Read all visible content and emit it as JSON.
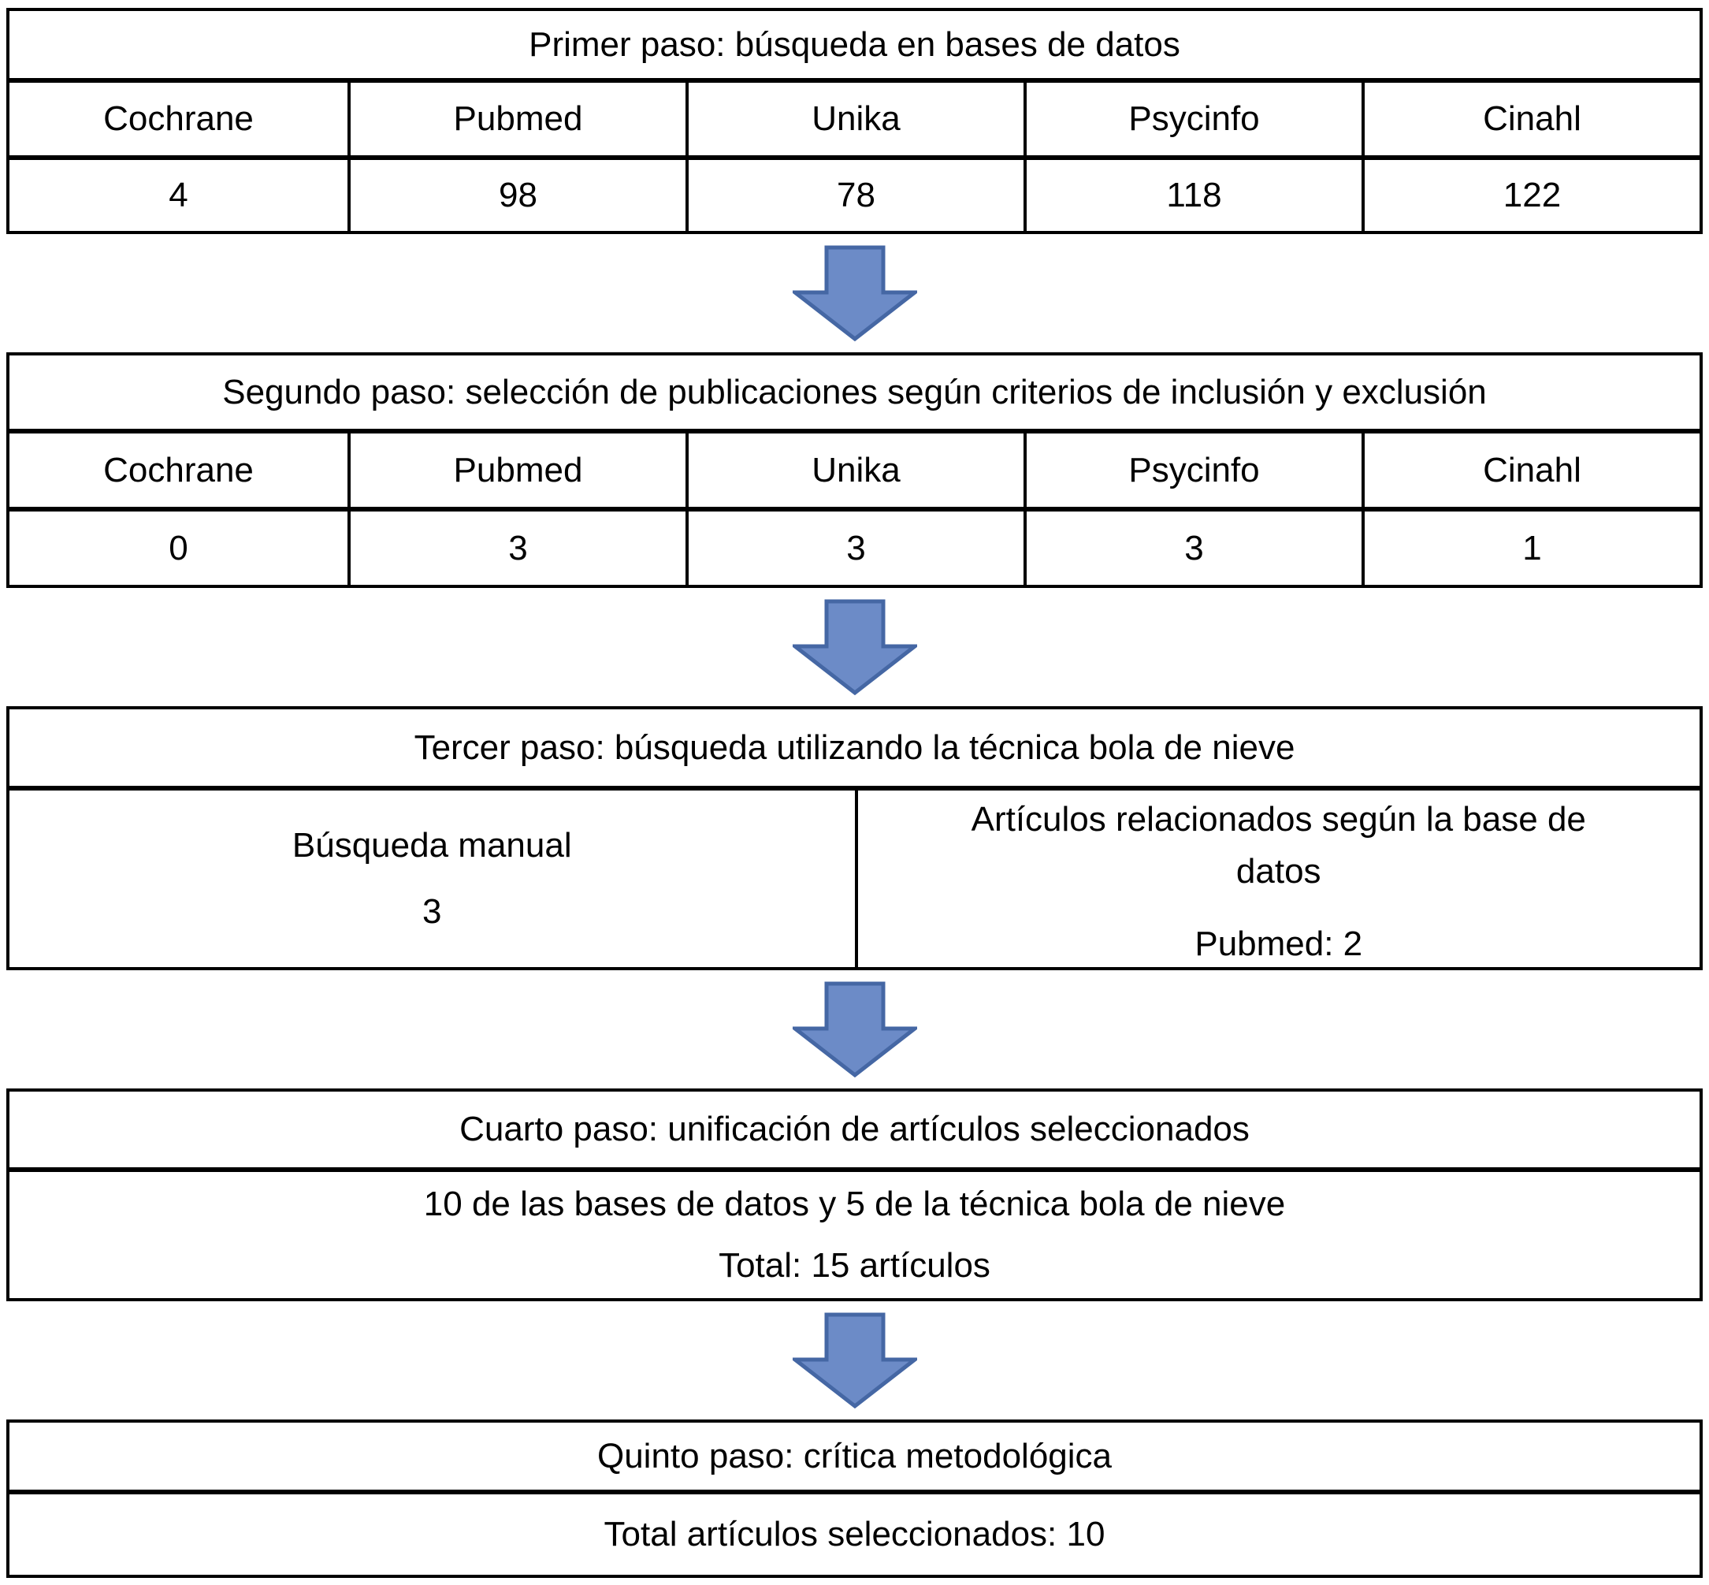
{
  "page": {
    "background": "#ffffff",
    "text_color": "#000000",
    "border_color": "#000000"
  },
  "arrow": {
    "fill": "#6C8BC7",
    "stroke": "#4567A4"
  },
  "steps": [
    {
      "title": "Primer paso: búsqueda en bases de datos",
      "columns": [
        "Cochrane",
        "Pubmed",
        "Unika",
        "Psycinfo",
        "Cinahl"
      ],
      "values": [
        "4",
        "98",
        "78",
        "118",
        "122"
      ]
    },
    {
      "title": "Segundo paso: selección de publicaciones según criterios de inclusión y exclusión",
      "columns": [
        "Cochrane",
        "Pubmed",
        "Unika",
        "Psycinfo",
        "Cinahl"
      ],
      "values": [
        "0",
        "3",
        "3",
        "3",
        "1"
      ]
    },
    {
      "title": "Tercer paso: búsqueda utilizando la técnica bola de nieve",
      "cells": [
        {
          "label": "Búsqueda manual",
          "value": "3"
        },
        {
          "label": "Artículos relacionados según la base de datos",
          "value": "Pubmed: 2"
        }
      ]
    },
    {
      "title": "Cuarto paso: unificación de artículos seleccionados",
      "lines": [
        "10 de las bases de datos y 5 de la técnica bola de nieve",
        "Total: 15 artículos"
      ]
    },
    {
      "title": "Quinto paso: crítica metodológica",
      "lines": [
        "Total artículos seleccionados: 10"
      ]
    }
  ]
}
